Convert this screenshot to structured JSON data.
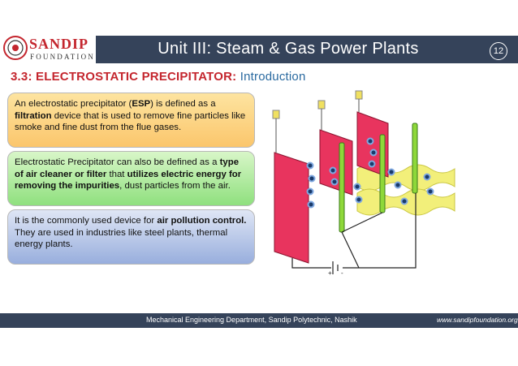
{
  "header": {
    "logo_name": "SANDIP",
    "logo_sub": "FOUNDATION",
    "title": "Unit III: Steam & Gas Power Plants",
    "page_number": "12"
  },
  "subtitle": {
    "section": "3.3: ELECTROSTATIC PRECIPITATOR:",
    "topic": "Introduction"
  },
  "boxes": {
    "box1": {
      "t1": "An electrostatic precipitator (",
      "b1": "ESP",
      "t2": ") is defined as a ",
      "b2": "filtration",
      "t3": " device that is used to remove fine particles like smoke and fine dust from the flue gases."
    },
    "box2": {
      "t1": "Electrostatic Precipitator can also be defined as a ",
      "b1": "type of air cleaner or filter",
      "t2": " that ",
      "b2": "utilizes electric energy for removing the impurities",
      "t3": ", dust particles from the air."
    },
    "box3": {
      "t1": "It is the commonly used device for ",
      "b1": "air pollution control.",
      "t2": " They are used in industries like steel plants, thermal energy plants."
    }
  },
  "diagram": {
    "battery_plus": "+",
    "battery_minus": "-"
  },
  "footer": {
    "department": "Mechanical Engineering Department, Sandip Polytechnic, Nashik",
    "url": "www.sandipfoundation.org"
  },
  "colors": {
    "bar": "#35435a",
    "accent_red": "#c4262e",
    "accent_blue": "#2a6aa0",
    "plate": "#e8345e",
    "rod": "#8ed83a",
    "wave": "#f2ef7a"
  }
}
